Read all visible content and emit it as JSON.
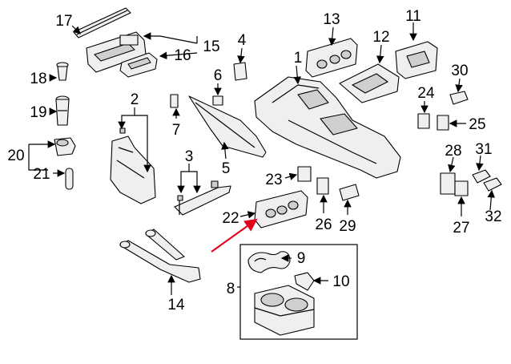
{
  "diagram": {
    "callouts": [
      {
        "id": "c1",
        "text": "1"
      },
      {
        "id": "c2",
        "text": "2"
      },
      {
        "id": "c3",
        "text": "3"
      },
      {
        "id": "c4",
        "text": "4"
      },
      {
        "id": "c5",
        "text": "5"
      },
      {
        "id": "c6",
        "text": "6"
      },
      {
        "id": "c7",
        "text": "7"
      },
      {
        "id": "c8",
        "text": "8"
      },
      {
        "id": "c9",
        "text": "9"
      },
      {
        "id": "c10",
        "text": "10"
      },
      {
        "id": "c11",
        "text": "11"
      },
      {
        "id": "c12",
        "text": "12"
      },
      {
        "id": "c13",
        "text": "13"
      },
      {
        "id": "c14",
        "text": "14"
      },
      {
        "id": "c15",
        "text": "15"
      },
      {
        "id": "c16",
        "text": "16"
      },
      {
        "id": "c17",
        "text": "17"
      },
      {
        "id": "c18",
        "text": "18"
      },
      {
        "id": "c19",
        "text": "19"
      },
      {
        "id": "c20",
        "text": "20"
      },
      {
        "id": "c21",
        "text": "21"
      },
      {
        "id": "c22",
        "text": "22"
      },
      {
        "id": "c23",
        "text": "23"
      },
      {
        "id": "c24",
        "text": "24"
      },
      {
        "id": "c25",
        "text": "25"
      },
      {
        "id": "c26",
        "text": "26"
      },
      {
        "id": "c27",
        "text": "27"
      },
      {
        "id": "c28",
        "text": "28"
      },
      {
        "id": "c29",
        "text": "29"
      },
      {
        "id": "c30",
        "text": "30"
      },
      {
        "id": "c31",
        "text": "31"
      },
      {
        "id": "c32",
        "text": "32"
      }
    ],
    "highlight_color": "#e3001b"
  }
}
